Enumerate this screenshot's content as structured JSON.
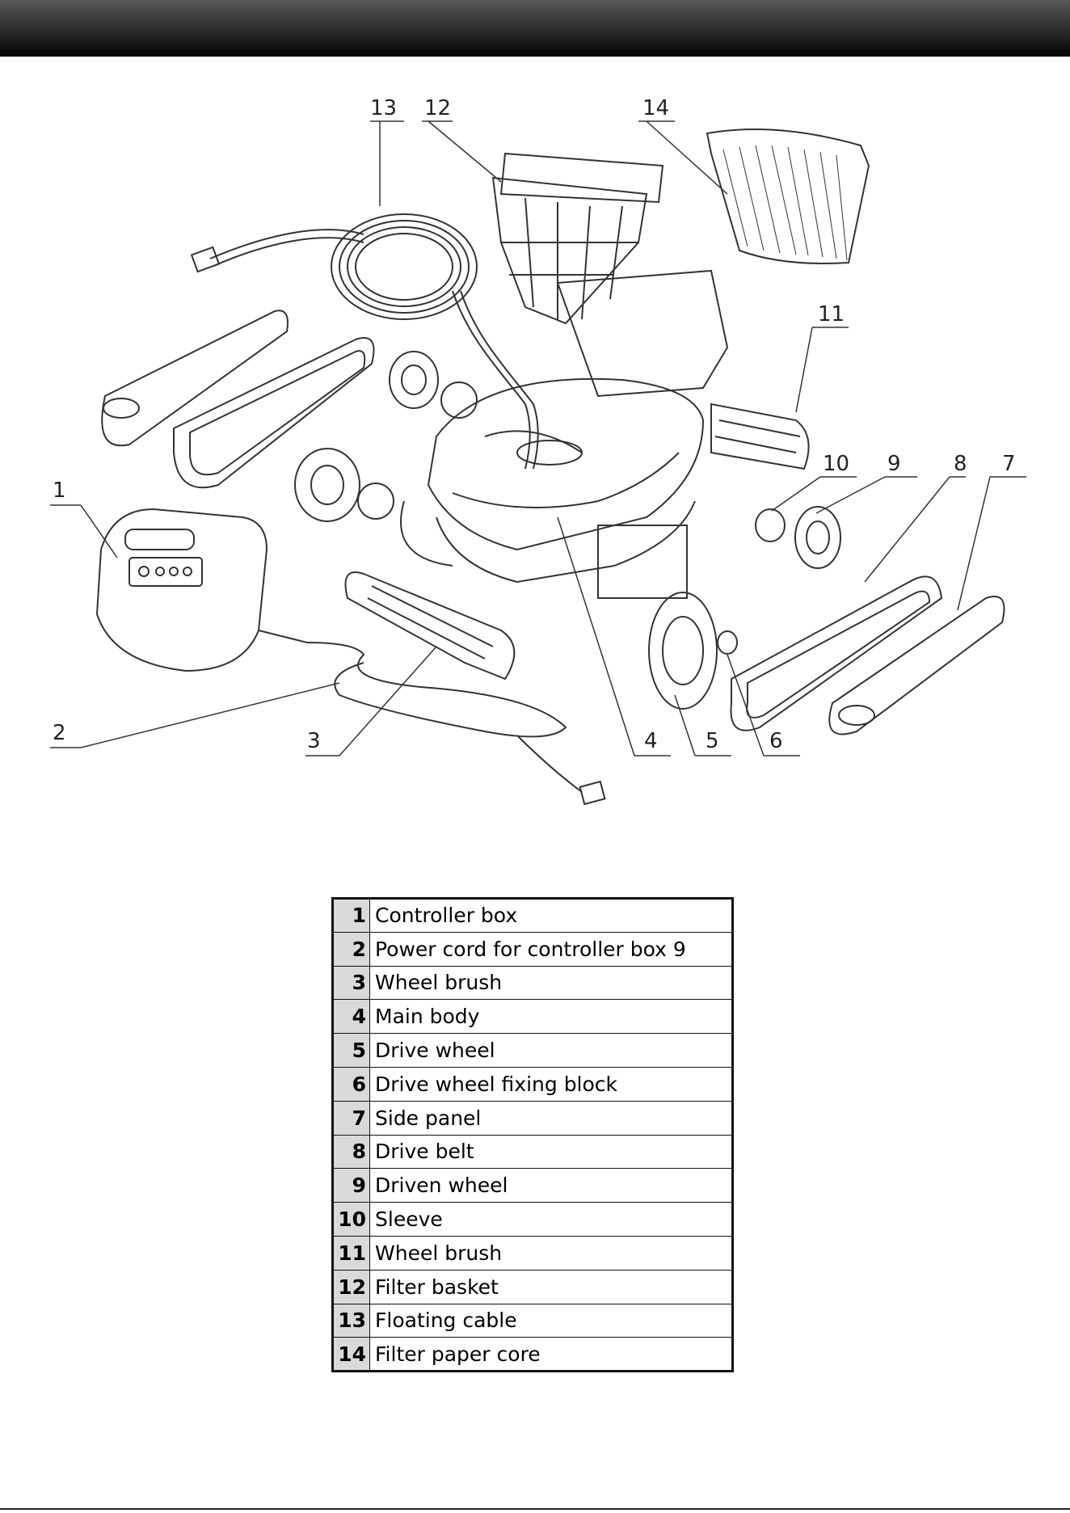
{
  "callouts": [
    "1",
    "2",
    "3",
    "4",
    "5",
    "6",
    "7",
    "8",
    "9",
    "10",
    "11",
    "12",
    "13",
    "14"
  ],
  "parts_table": {
    "rows": [
      {
        "num": "1",
        "name": "Controller box"
      },
      {
        "num": "2",
        "name": "Power cord for controller box 9"
      },
      {
        "num": "3",
        "name": "Wheel brush"
      },
      {
        "num": "4",
        "name": "Main body"
      },
      {
        "num": "5",
        "name": "Drive wheel"
      },
      {
        "num": "6",
        "name": "Drive wheel fixing block"
      },
      {
        "num": "7",
        "name": "Side panel"
      },
      {
        "num": "8",
        "name": "Drive belt"
      },
      {
        "num": "9",
        "name": "Driven wheel"
      },
      {
        "num": "10",
        "name": "Sleeve"
      },
      {
        "num": "11",
        "name": "Wheel brush"
      },
      {
        "num": "12",
        "name": "Filter basket"
      },
      {
        "num": "13",
        "name": "Floating cable"
      },
      {
        "num": "14",
        "name": "Filter paper core"
      }
    ]
  },
  "colors": {
    "header_bar": "#1a1a1a",
    "number_cell": "#d9d9d9",
    "line_art": "#333333"
  }
}
